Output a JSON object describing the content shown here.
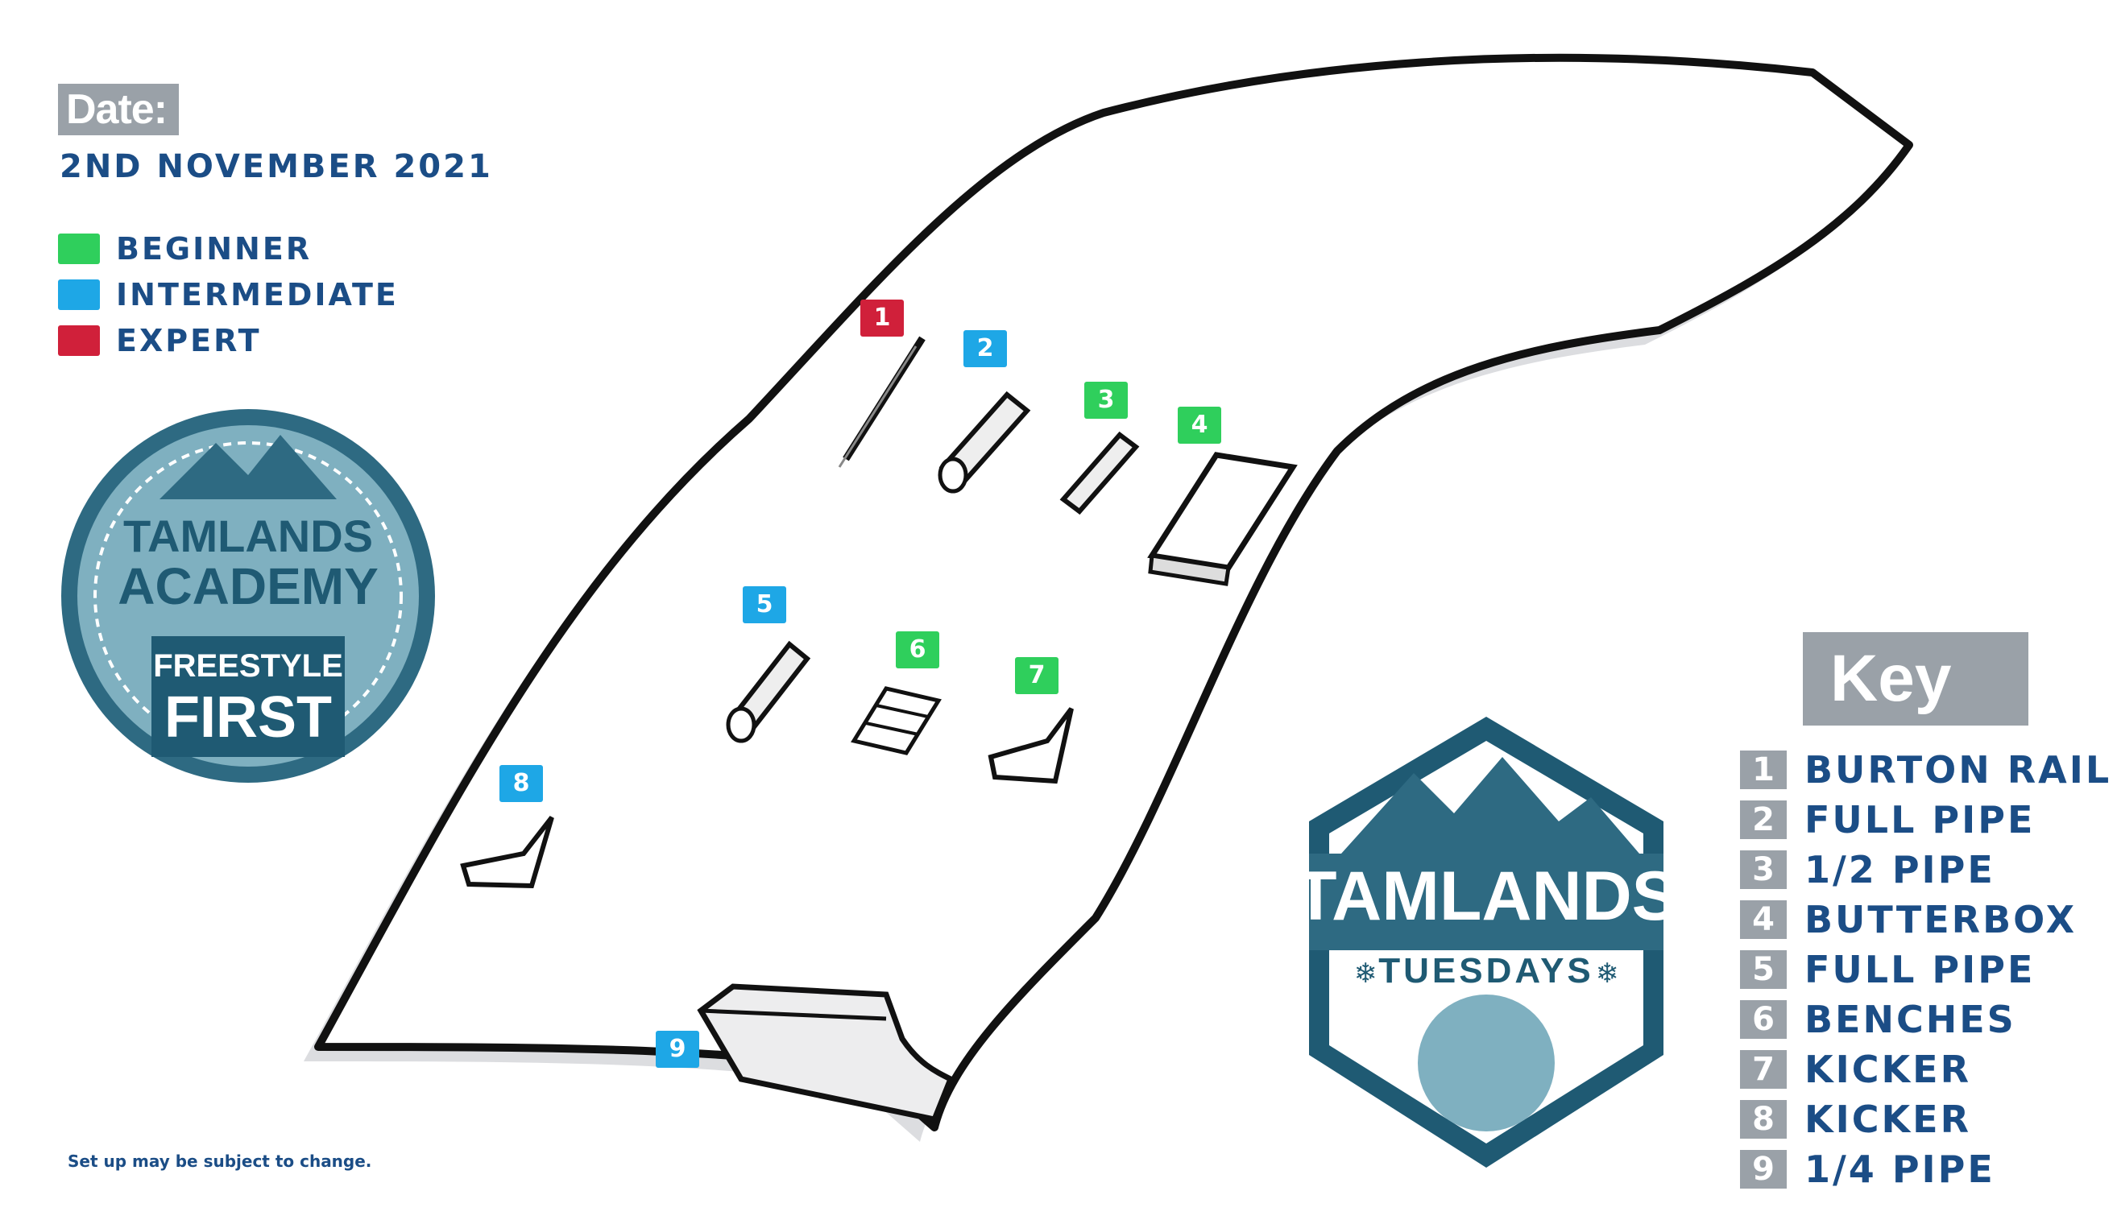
{
  "date": {
    "label": "Date:",
    "value": "2ND NOVEMBER 2021"
  },
  "legend": [
    {
      "label": "BEGINNER",
      "color": "#2fcf5c"
    },
    {
      "label": "INTERMEDIATE",
      "color": "#1ea7e6"
    },
    {
      "label": "EXPERT",
      "color": "#d0203a"
    }
  ],
  "key": {
    "title": "Key",
    "items": [
      {
        "num": "1",
        "label": "BURTON RAIL"
      },
      {
        "num": "2",
        "label": "FULL PIPE"
      },
      {
        "num": "3",
        "label": "1/2 PIPE"
      },
      {
        "num": "4",
        "label": "BUTTERBOX"
      },
      {
        "num": "5",
        "label": "FULL PIPE"
      },
      {
        "num": "6",
        "label": "BENCHES"
      },
      {
        "num": "7",
        "label": "KICKER"
      },
      {
        "num": "8",
        "label": "KICKER"
      },
      {
        "num": "9",
        "label": "1/4 PIPE"
      }
    ]
  },
  "map_markers": [
    {
      "num": "1",
      "level": "expert"
    },
    {
      "num": "2",
      "level": "intermediate"
    },
    {
      "num": "3",
      "level": "beginner"
    },
    {
      "num": "4",
      "level": "beginner"
    },
    {
      "num": "5",
      "level": "intermediate"
    },
    {
      "num": "6",
      "level": "beginner"
    },
    {
      "num": "7",
      "level": "beginner"
    },
    {
      "num": "8",
      "level": "intermediate"
    },
    {
      "num": "9",
      "level": "intermediate"
    }
  ],
  "academy_badge": {
    "line1": "TAMLANDS",
    "line2": "ACADEMY",
    "line3": "FREESTYLE",
    "line4": "FIRST"
  },
  "tuesdays_badge": {
    "line1": "TAMLANDS",
    "line2": "TUESDAYS"
  },
  "footnote": "Set up may be subject to change.",
  "colors": {
    "brand_blue": "#1b4d86",
    "badge_teal": "#7fb0c0",
    "badge_dark": "#1f5a73",
    "tag_gray": "#9aa1a8"
  }
}
